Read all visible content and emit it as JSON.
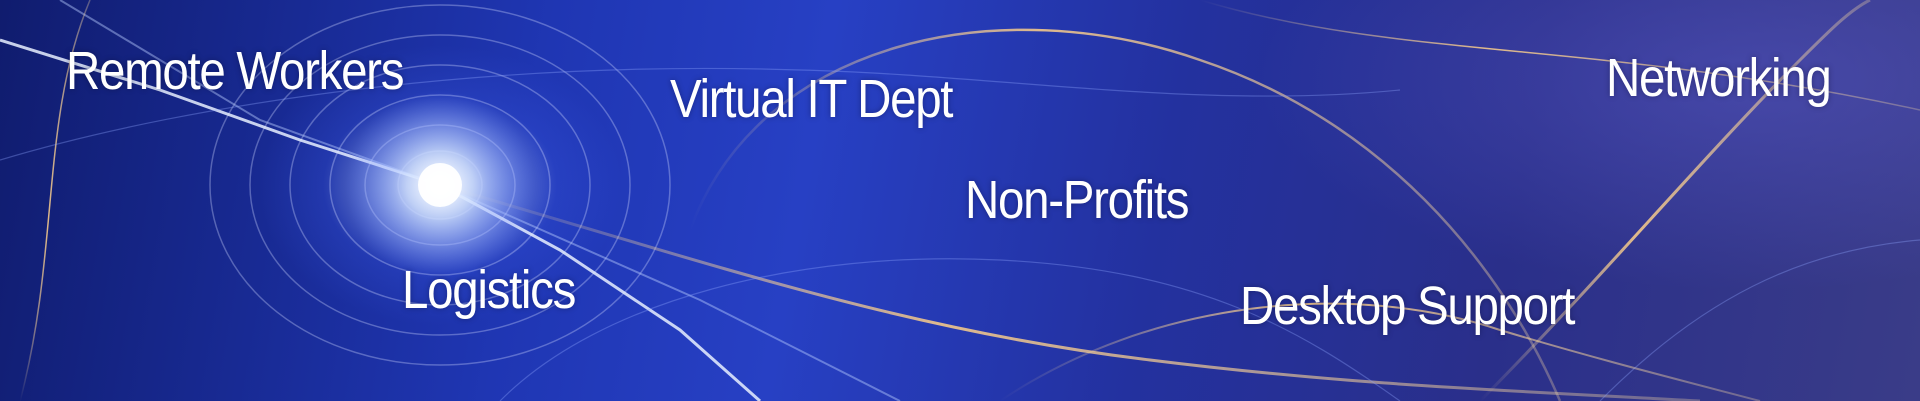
{
  "banner": {
    "labels": {
      "remote_workers": "Remote Workers",
      "virtual_it_dept": "Virtual IT Dept",
      "networking": "Networking",
      "non_profits": "Non-Profits",
      "logistics": "Logistics",
      "desktop_support": "Desktop Support"
    },
    "colors": {
      "background_blue": "#2740c4",
      "dark_blue": "#101c6e",
      "light_streak": "#ffffff",
      "gold_streak": "#f4c98a",
      "text": "#ffffff"
    }
  }
}
